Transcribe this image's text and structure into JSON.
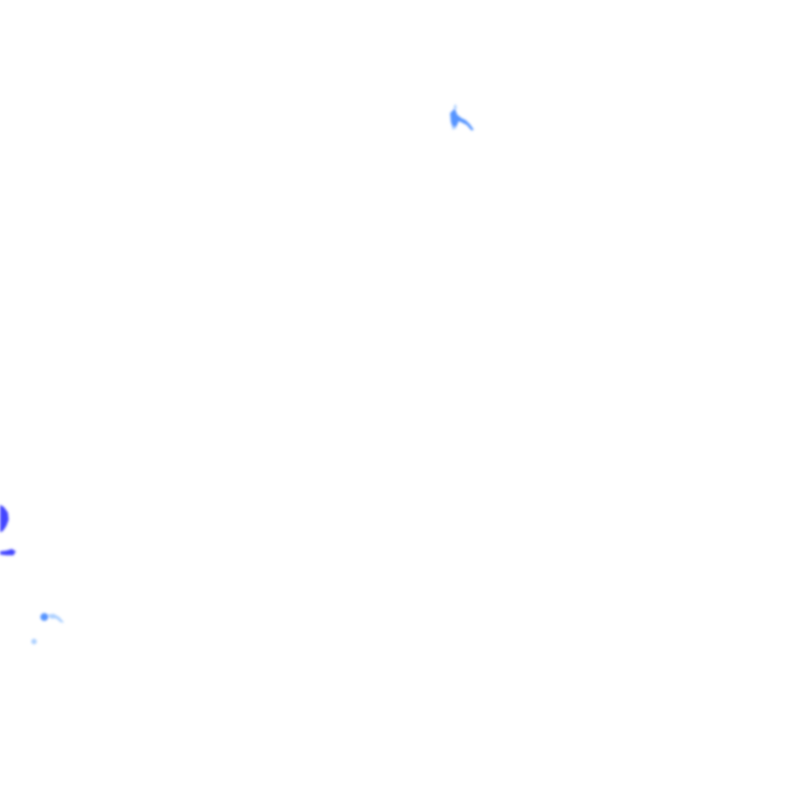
{
  "map": {
    "kind": "precipitation-radar-overlay-tile",
    "background": "#ffffff",
    "intensity_colors": {
      "light": "#9ec8ff",
      "moderate": "#4d8eff",
      "heavy": "#3a3cff"
    },
    "echoes": [
      {
        "id": "echo-north",
        "intensity": "moderate"
      },
      {
        "id": "echo-west-core",
        "intensity": "heavy"
      },
      {
        "id": "echo-west-tail",
        "intensity": "heavy"
      },
      {
        "id": "echo-southwest",
        "intensity": "moderate"
      },
      {
        "id": "echo-southwest-dot",
        "intensity": "light"
      }
    ]
  }
}
